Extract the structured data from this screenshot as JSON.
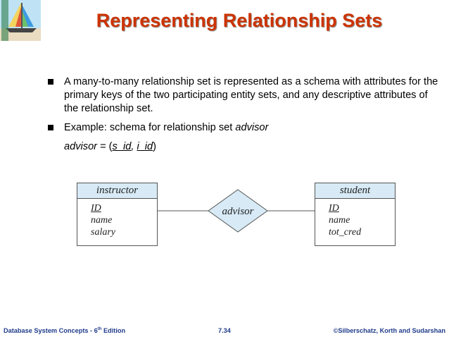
{
  "title": "Representing Relationship Sets",
  "bullets": [
    {
      "text": "A many-to-many relationship set is represented as a schema with attributes for the primary keys of the two participating entity sets, and any descriptive attributes of the relationship set."
    },
    {
      "text_prefix": "Example: schema for relationship set ",
      "text_emph": "advisor"
    }
  ],
  "schema_line": {
    "name": "advisor",
    "equals": " = (",
    "attr1": "s_id",
    "sep": ", ",
    "attr2": "i_id",
    "close": ")"
  },
  "diagram": {
    "left_entity": {
      "name": "instructor",
      "attributes": [
        "ID",
        "name",
        "salary"
      ]
    },
    "relationship": {
      "name": "advisor"
    },
    "right_entity": {
      "name": "student",
      "attributes": [
        "ID",
        "name",
        "tot_cred"
      ]
    }
  },
  "footer": {
    "left_before": "Database System Concepts - 6",
    "left_sup": "th",
    "left_after": " Edition",
    "center": "7.34",
    "right": "©Silberschatz, Korth and Sudarshan"
  }
}
